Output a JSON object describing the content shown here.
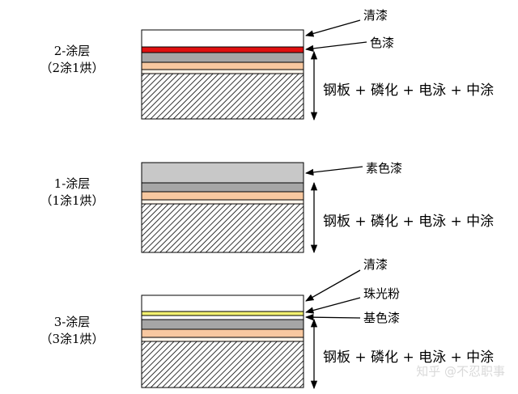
{
  "diagrams": [
    {
      "title": "2-涂层",
      "subtitle": "（2涂1烘）",
      "callouts": [
        "清漆",
        "色漆"
      ],
      "substrate": "钢板 + 磷化 + 电泳 + 中涂"
    },
    {
      "title": "1-涂层",
      "subtitle": "（1涂1烘）",
      "callouts": [
        "素色漆"
      ],
      "substrate": "钢板 + 磷化 + 电泳 + 中涂"
    },
    {
      "title": "3-涂层",
      "subtitle": "（3涂1烘）",
      "callouts": [
        "清漆",
        "珠光粉",
        "基色漆"
      ],
      "substrate": "钢板 + 磷化 + 电泳 + 中涂"
    }
  ],
  "colors": {
    "clear_coat": "#ffffff",
    "color_coat": "#e01010",
    "solid_coat": "#c8c8c8",
    "pearl_coat": "#f2f070",
    "gray_layer": "#a6a6a6",
    "orange_layer": "#f8c8a0",
    "thin_layer": "#fff6ec",
    "steel_hatch": "#000000"
  },
  "watermark": "知乎 @不忍职事"
}
